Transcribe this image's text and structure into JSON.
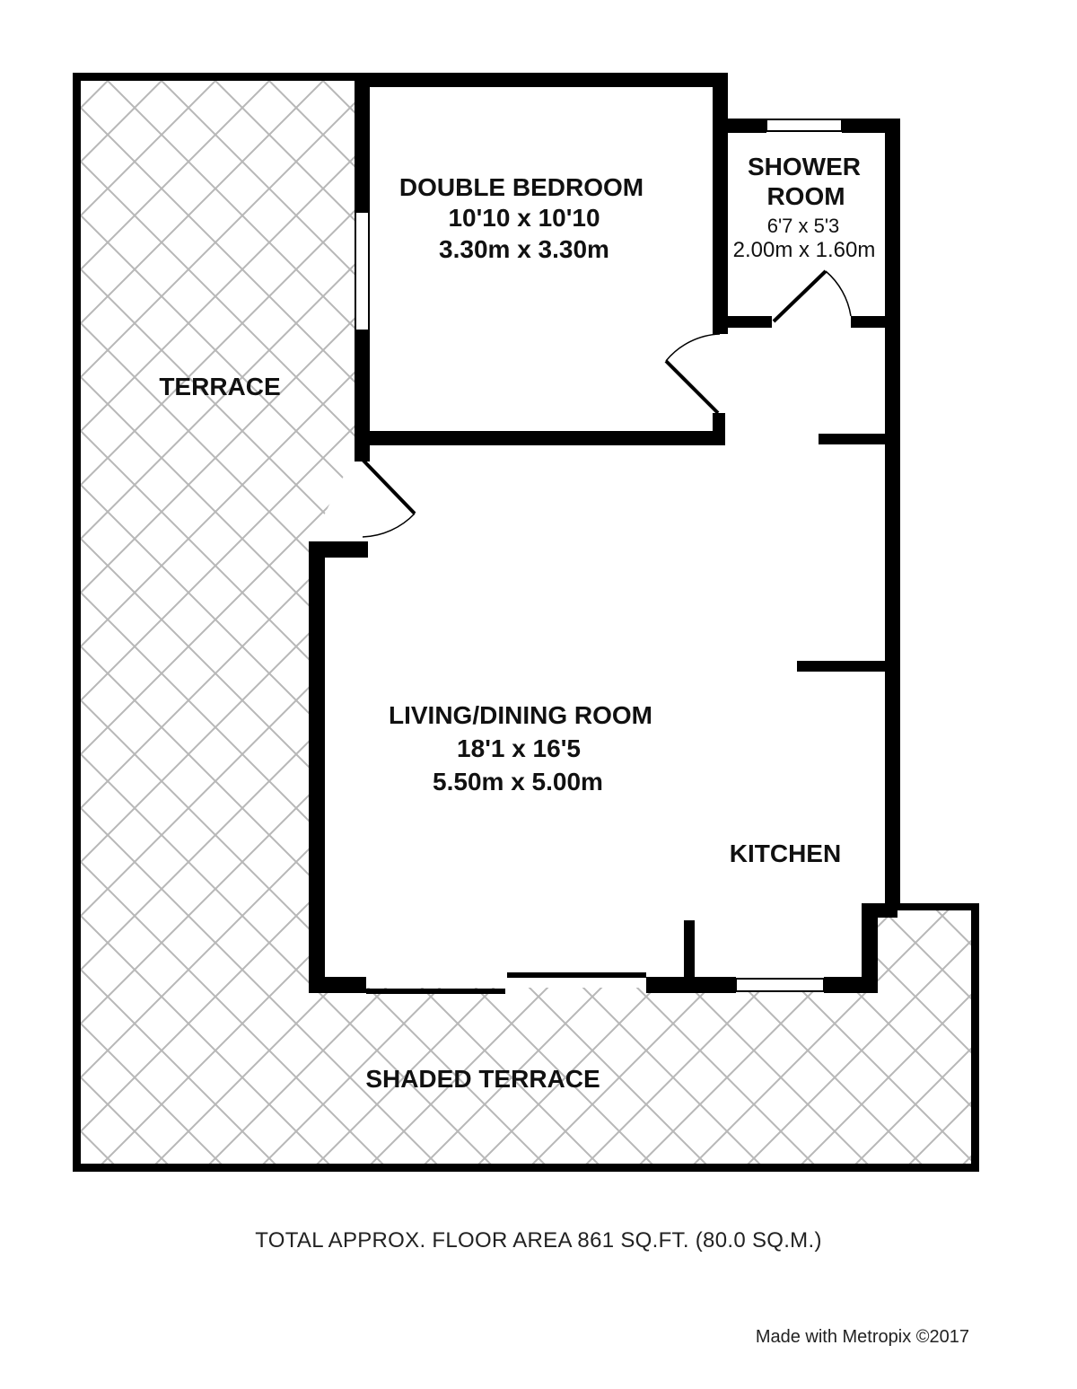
{
  "rooms": {
    "terrace": {
      "name": "TERRACE"
    },
    "bedroom": {
      "name": "DOUBLE BEDROOM",
      "size_imperial": "10'10 x 10'10",
      "size_metric": "3.30m x 3.30m"
    },
    "shower": {
      "name_line1": "SHOWER",
      "name_line2": "ROOM",
      "size_imperial": "6'7 x 5'3",
      "size_metric": "2.00m x 1.60m"
    },
    "living": {
      "name": "LIVING/DINING ROOM",
      "size_imperial": "18'1 x 16'5",
      "size_metric": "5.50m x 5.00m"
    },
    "kitchen": {
      "name": "KITCHEN"
    },
    "shaded_terrace": {
      "name": "SHADED TERRACE"
    }
  },
  "footer": {
    "total_area": "TOTAL APPROX. FLOOR AREA 861 SQ.FT. (80.0 SQ.M.)",
    "credit": "Made with Metropix ©2017"
  },
  "colors": {
    "wall": "#000000",
    "hatch": "#bdbdbd",
    "background": "#ffffff"
  }
}
